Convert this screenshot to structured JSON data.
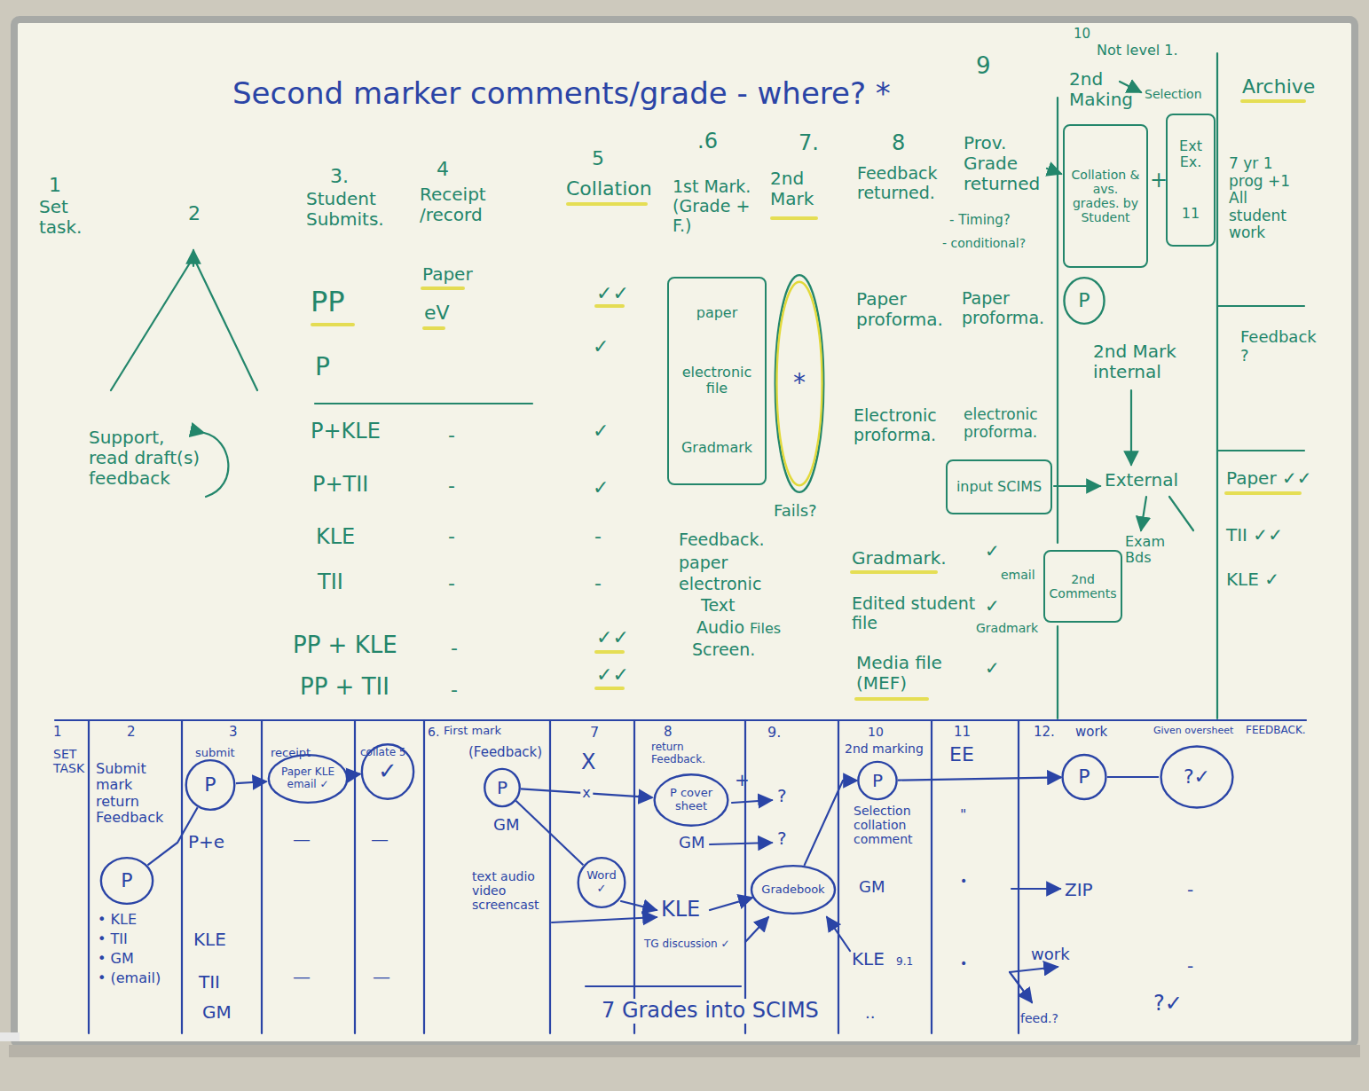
{
  "diagram": {
    "title": "Second marker comments/grade - where? *",
    "nodes": [
      {
        "text": [
          "paper",
          "electronic file",
          "Gradmark"
        ]
      },
      {
        "text": [
          "*"
        ]
      },
      {
        "text": [
          "input SCIMS"
        ]
      },
      {
        "text": [
          "Collation & avs. grades. by Student"
        ]
      },
      {
        "text": [
          "Ext Ex.",
          "11"
        ]
      },
      {
        "text": [
          "P"
        ]
      },
      {
        "text": [
          "2nd Comments"
        ]
      },
      {
        "text": [
          "P"
        ]
      },
      {
        "text": [
          "P"
        ]
      },
      {
        "text": [
          "Paper KLE email ✓"
        ]
      },
      {
        "text": [
          "✓"
        ]
      },
      {
        "text": [
          "P"
        ]
      },
      {
        "text": [
          "Word ✓"
        ]
      },
      {
        "text": [
          "P cover sheet"
        ]
      },
      {
        "text": [
          "Gradebook"
        ]
      },
      {
        "text": [
          "P"
        ]
      },
      {
        "text": [
          "P"
        ]
      },
      {
        "text": [
          "?✓"
        ]
      }
    ],
    "edges": [
      {
        "from": 7,
        "to": 8,
        "arrow": "none"
      },
      {
        "from": 8,
        "to": 9,
        "arrow": "to"
      },
      {
        "from": 9,
        "to": 10,
        "arrow": "to"
      },
      {
        "from": 11,
        "to": 13,
        "label": "x",
        "arrow": "to"
      },
      {
        "from": 11,
        "to": 12,
        "arrow": "none"
      },
      {
        "from": 14,
        "to": 15,
        "arrow": "to"
      },
      {
        "from": 15,
        "to": 16,
        "arrow": "to"
      },
      {
        "from": 16,
        "to": 17,
        "arrow": "none"
      }
    ],
    "labels": [
      "1",
      "Set task.",
      "2",
      "Support, read draft(s) feedback",
      "3.",
      "Student Submits.",
      "4",
      "Receipt /record",
      "5",
      "Collation",
      ".6",
      "1st Mark. (Grade + F.)",
      "7.",
      "2nd Mark",
      "8",
      "Feedback returned.",
      "9",
      "Prov. Grade returned",
      "- Timing?",
      "- conditional?",
      "10",
      "Not level 1.",
      "2nd Making",
      "Selection",
      "+",
      "Archive",
      "7 yr 1 prog +1 All student work",
      "Feedback ?",
      "PP",
      "P",
      "P+KLE",
      "P+TII",
      "KLE",
      "TII",
      "PP + KLE",
      "PP + TII",
      "Paper",
      "eV",
      "-",
      "-",
      "-",
      "-",
      "-",
      "-",
      "✓✓",
      "✓",
      "✓",
      "✓",
      "-",
      "-",
      "✓✓",
      "✓✓",
      "Feedback.",
      "paper",
      "electronic",
      "Text",
      "Audio",
      "Files",
      "Screen.",
      "Fails?",
      "Paper proforma.",
      "Electronic proforma.",
      "Gradmark.",
      "Edited student file",
      "Media file (MEF)",
      "Paper proforma.",
      "electronic proforma.",
      "✓",
      "email",
      "✓",
      "Gradmark",
      "✓",
      "2nd Mark internal",
      "External",
      "Exam Bds",
      "Paper ✓✓",
      "TII ✓✓",
      "KLE ✓",
      "1",
      "2",
      "3",
      "submit",
      "receipt",
      "collate 5",
      "6.",
      "First mark",
      "7",
      "8",
      "return Feedback.",
      "9.",
      "10",
      "2nd marking",
      "11",
      "EE",
      "12.",
      "work",
      "Given oversheet",
      "FEEDBACK.",
      "SET TASK",
      "Submit mark return Feedback",
      "• KLE",
      "• TII",
      "• GM",
      "• (email)",
      "P+e",
      "KLE",
      "TII",
      "GM",
      "—",
      "—",
      "—",
      "—",
      "(Feedback)",
      "GM",
      "text audio video screencast",
      "X",
      "+",
      "GM",
      "KLE",
      "TG discussion ✓",
      "?",
      "?",
      "7 Grades into SCIMS",
      "Selection collation comment",
      "GM",
      "KLE",
      "9.1",
      "..",
      "\"",
      "•",
      "•",
      "ZIP",
      "work",
      "feed.?",
      "-",
      "-",
      "?✓"
    ]
  }
}
